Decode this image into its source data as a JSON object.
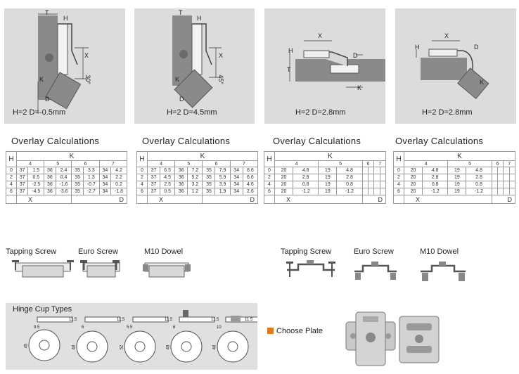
{
  "panels": [
    {
      "caption": "H=2  D=-0.5mm",
      "labels": {
        "t": "T",
        "h": "H",
        "x": "X",
        "k": "K",
        "d": "D",
        "angle": "30°"
      }
    },
    {
      "caption": "H=2  D=4.5mm",
      "labels": {
        "t": "T",
        "h": "H",
        "x": "X",
        "k": "K",
        "d": "D",
        "angle": "45°"
      }
    },
    {
      "caption": "H=2  D=2.8mm",
      "labels": {
        "t": "T",
        "h": "H",
        "x": "X",
        "k": "K",
        "d": "D"
      }
    },
    {
      "caption": "H=2  D=2.8mm",
      "labels": {
        "h": "H",
        "x": "X",
        "k": "K",
        "d": "D"
      }
    }
  ],
  "overlay_title": "Overlay Calculations",
  "tables": [
    {
      "k_label": "K",
      "h_label": "H",
      "cols": [
        "4",
        "5",
        "6",
        "7"
      ],
      "x_label": "X",
      "d_label": "D",
      "rows": [
        {
          "h": "0",
          "cells": [
            "37",
            "1.5",
            "36",
            "2.4",
            "35",
            "3.3",
            "34",
            "4.2"
          ]
        },
        {
          "h": "2",
          "cells": [
            "37",
            "0.5",
            "36",
            "0.4",
            "35",
            "1.3",
            "34",
            "2.2"
          ]
        },
        {
          "h": "4",
          "cells": [
            "37",
            "-2.5",
            "36",
            "-1.6",
            "35",
            "-0.7",
            "34",
            "0.2"
          ]
        },
        {
          "h": "6",
          "cells": [
            "37",
            "-4.5",
            "36",
            "-3.6",
            "35",
            "-2.7",
            "34",
            "-1.8"
          ]
        }
      ]
    },
    {
      "k_label": "K",
      "h_label": "H",
      "cols": [
        "4",
        "5",
        "6",
        "7"
      ],
      "x_label": "X",
      "d_label": "D",
      "rows": [
        {
          "h": "0",
          "cells": [
            "37",
            "6.5",
            "36",
            "7.2",
            "35",
            "7.9",
            "34",
            "8.6"
          ]
        },
        {
          "h": "2",
          "cells": [
            "37",
            "4.5",
            "36",
            "5.2",
            "35",
            "5.9",
            "34",
            "6.6"
          ]
        },
        {
          "h": "4",
          "cells": [
            "37",
            "2.5",
            "36",
            "3.2",
            "35",
            "3.9",
            "34",
            "4.6"
          ]
        },
        {
          "h": "6",
          "cells": [
            "37",
            "0.5",
            "36",
            "1.2",
            "35",
            "1.9",
            "34",
            "2.6"
          ]
        }
      ]
    },
    {
      "k_label": "K",
      "h_label": "H",
      "cols": [
        "4",
        "5",
        "6",
        "7"
      ],
      "x_label": "X",
      "d_label": "D",
      "rows": [
        {
          "h": "0",
          "cells": [
            "20",
            "4.8",
            "19",
            "4.8",
            "",
            "",
            "",
            ""
          ]
        },
        {
          "h": "2",
          "cells": [
            "20",
            "2.8",
            "19",
            "2.8",
            "",
            "",
            "",
            ""
          ]
        },
        {
          "h": "4",
          "cells": [
            "20",
            "0.8",
            "19",
            "0.8",
            "",
            "",
            "",
            ""
          ]
        },
        {
          "h": "6",
          "cells": [
            "20",
            "-1.2",
            "19",
            "-1.2",
            "",
            "",
            "",
            ""
          ]
        }
      ]
    },
    {
      "k_label": "K",
      "h_label": "H",
      "cols": [
        "4",
        "5",
        "6",
        "7"
      ],
      "x_label": "X",
      "d_label": "D",
      "rows": [
        {
          "h": "0",
          "cells": [
            "20",
            "4.8",
            "19",
            "4.8",
            "",
            "",
            "",
            ""
          ]
        },
        {
          "h": "2",
          "cells": [
            "20",
            "2.8",
            "19",
            "2.8",
            "",
            "",
            "",
            ""
          ]
        },
        {
          "h": "4",
          "cells": [
            "20",
            "0.8",
            "19",
            "0.8",
            "",
            "",
            "",
            ""
          ]
        },
        {
          "h": "6",
          "cells": [
            "20",
            "-1.2",
            "19",
            "-1.2",
            "",
            "",
            "",
            ""
          ]
        }
      ]
    }
  ],
  "mounting_left": [
    "Tapping Screw",
    "Euro Screw",
    "M10 Dowel"
  ],
  "mounting_right": [
    "Tapping Screw",
    "Euro Screw",
    "M10 Dowel"
  ],
  "hinge_cup_title": "Hinge Cup Types",
  "cup_labels": [
    {
      "top": "11.5",
      "side": "9.5",
      "d": "45"
    },
    {
      "top": "11.5",
      "side": "6",
      "d": "48"
    },
    {
      "top": "11.5",
      "side": "5.5",
      "d": "52"
    },
    {
      "top": "11.5",
      "side": "6",
      "d": "48"
    },
    {
      "top": "11.5",
      "side": "10",
      "d": "48"
    }
  ],
  "choose_plate": "Choose Plate",
  "colors": {
    "panel_bg": "#dcdcdc",
    "accent": "#e07a1f",
    "metal": "#b0b0b0",
    "dark": "#7a7a7a"
  }
}
